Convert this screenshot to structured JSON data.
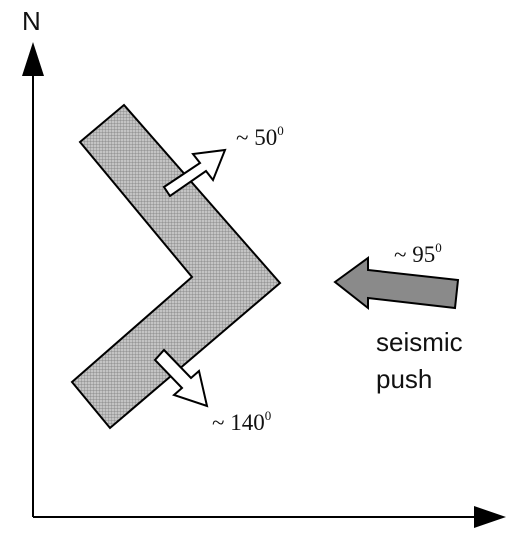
{
  "axes": {
    "north_label": "N"
  },
  "labels": {
    "angle_upper": "~ 50",
    "angle_lower": "~ 140",
    "angle_push": "~ 95",
    "degree_mark": "0",
    "push_line1": "seismic",
    "push_line2": "push"
  },
  "colors": {
    "line": "#000000",
    "shape_fill": "#b8b8b8",
    "push_arrow_fill": "#8a8a8a",
    "small_arrow_fill": "#ffffff"
  }
}
